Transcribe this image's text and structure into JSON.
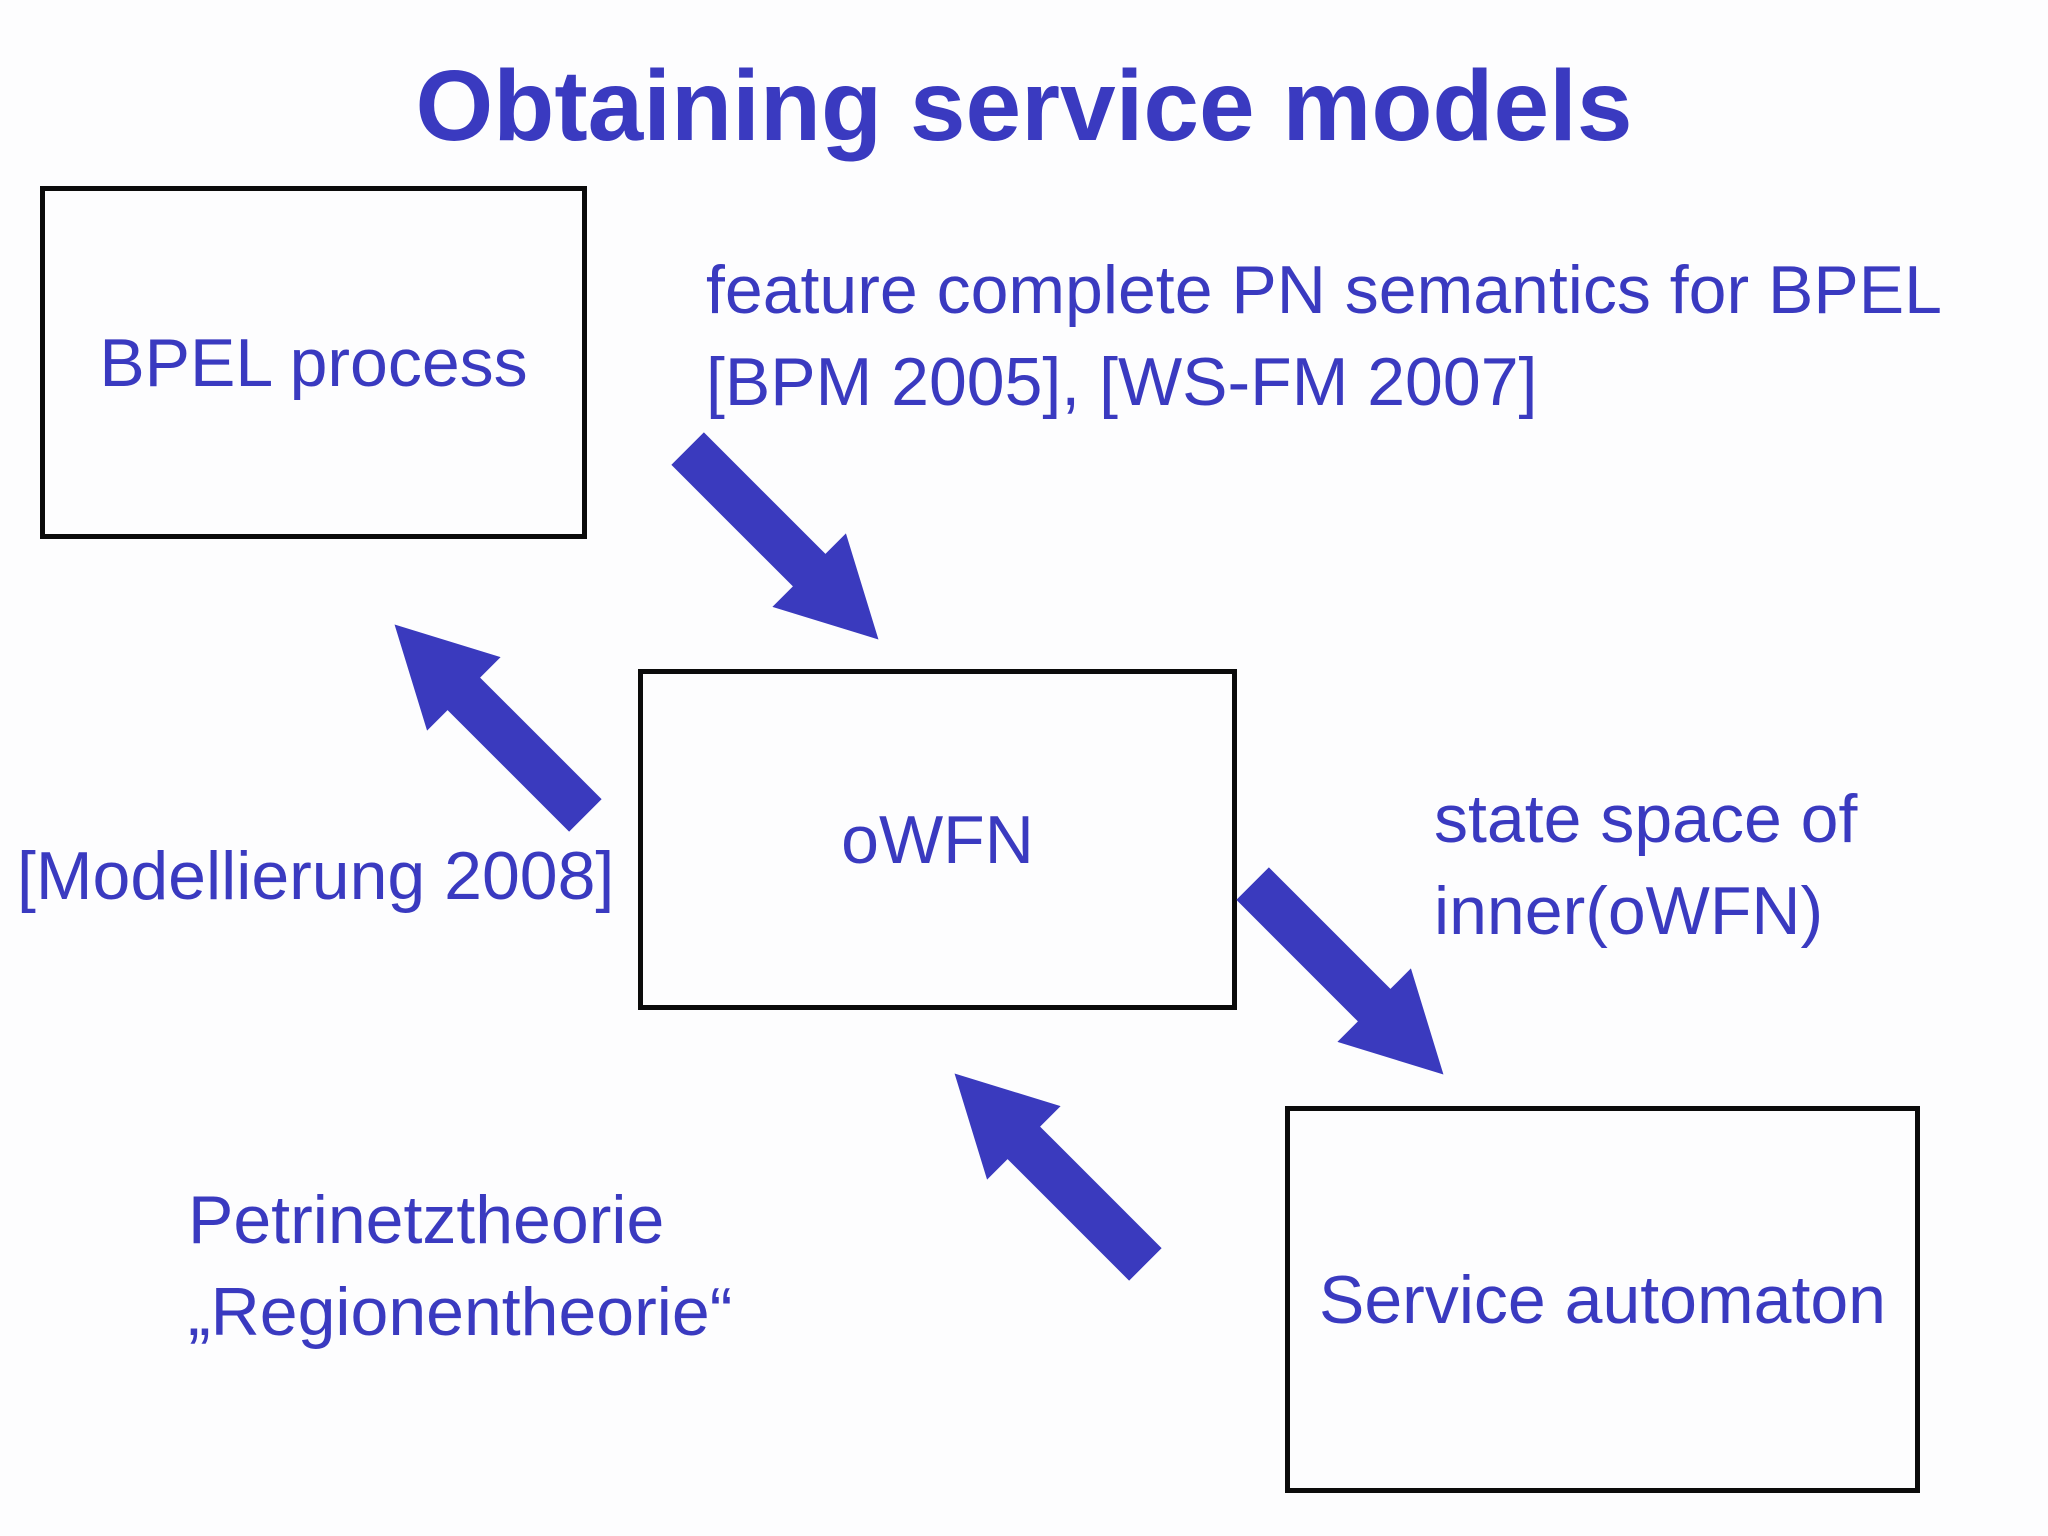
{
  "title": "Obtaining service models",
  "colors": {
    "accent_text": "#3A3AC0",
    "arrow_fill": "#3A3ABE",
    "box_border": "#0B0B0B",
    "background": "#FDFDFE"
  },
  "boxes": [
    {
      "id": "bpel-process",
      "label": "BPEL process"
    },
    {
      "id": "owfn",
      "label": "oWFN"
    },
    {
      "id": "service-automaton",
      "label": "Service automaton"
    }
  ],
  "annotations": [
    {
      "id": "pn-semantics",
      "lines": [
        "feature complete PN semantics for BPEL",
        "[BPM 2005], [WS-FM 2007]"
      ]
    },
    {
      "id": "modellierung",
      "lines": [
        "[Modellierung 2008]"
      ]
    },
    {
      "id": "state-space",
      "lines": [
        "state space of",
        "inner(oWFN)"
      ]
    },
    {
      "id": "petrinetz",
      "lines": [
        "Petrinetztheorie",
        "„Regionentheorie“"
      ]
    }
  ],
  "arrows": [
    {
      "name": "arrow-bpel-to-owfn",
      "direction": "down-right",
      "from": "BPEL process",
      "to": "oWFN"
    },
    {
      "name": "arrow-owfn-to-modellierung",
      "direction": "up-left",
      "from": "oWFN",
      "to": "BPEL process"
    },
    {
      "name": "arrow-owfn-to-service-automaton",
      "direction": "down-right",
      "from": "oWFN",
      "to": "Service automaton"
    },
    {
      "name": "arrow-service-automaton-to-owfn",
      "direction": "up-left",
      "from": "Service automaton",
      "to": "oWFN"
    }
  ]
}
